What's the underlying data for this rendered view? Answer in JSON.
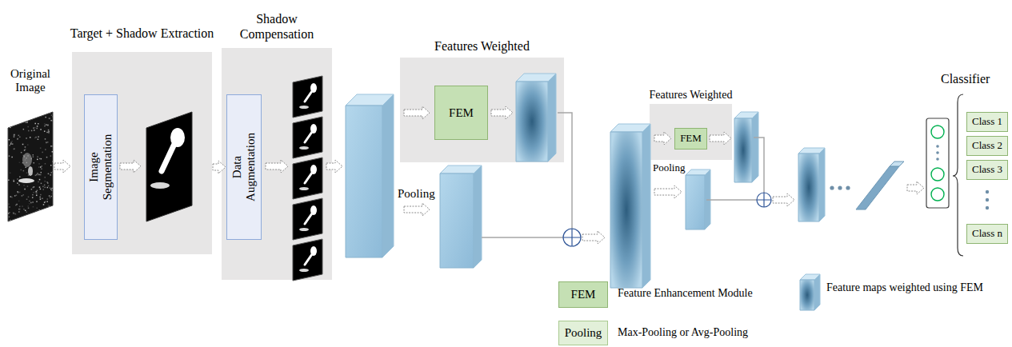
{
  "diagram": {
    "nodes": [
      {
        "text": [
          "Target + Shadow Extraction"
        ]
      },
      {
        "text": [
          "Image Segmentation"
        ],
        "in": 0
      },
      {
        "text": [
          "Shadow Compensation"
        ]
      },
      {
        "text": [
          "Data Augmentation"
        ],
        "in": 2
      },
      {
        "text": [
          "Features Weighted"
        ]
      },
      {
        "text": [
          "FEM"
        ],
        "in": 4
      },
      {
        "text": [
          "Features Weighted"
        ]
      },
      {
        "text": [
          "FEM"
        ],
        "in": 6
      },
      {
        "text": [
          "Class 1"
        ]
      },
      {
        "text": [
          "Class 2"
        ]
      },
      {
        "text": [
          "Class 3"
        ]
      },
      {
        "text": [
          "Class n"
        ]
      }
    ],
    "edges": [
      {
        "from": 0,
        "to": 3,
        "arrow": "to"
      }
    ],
    "labels": [
      "Original Image",
      "Pooling",
      "Pooling",
      "Classifier",
      "FEM",
      "Pooling"
    ],
    "legend": [
      {
        "text": "Feature Enhancement Module",
        "color": "#c5e0b4"
      },
      {
        "text": "Max-Pooling or Avg-Pooling",
        "color": "#e2f0d9"
      },
      {
        "text": "Feature maps weighted using FEM"
      }
    ]
  }
}
